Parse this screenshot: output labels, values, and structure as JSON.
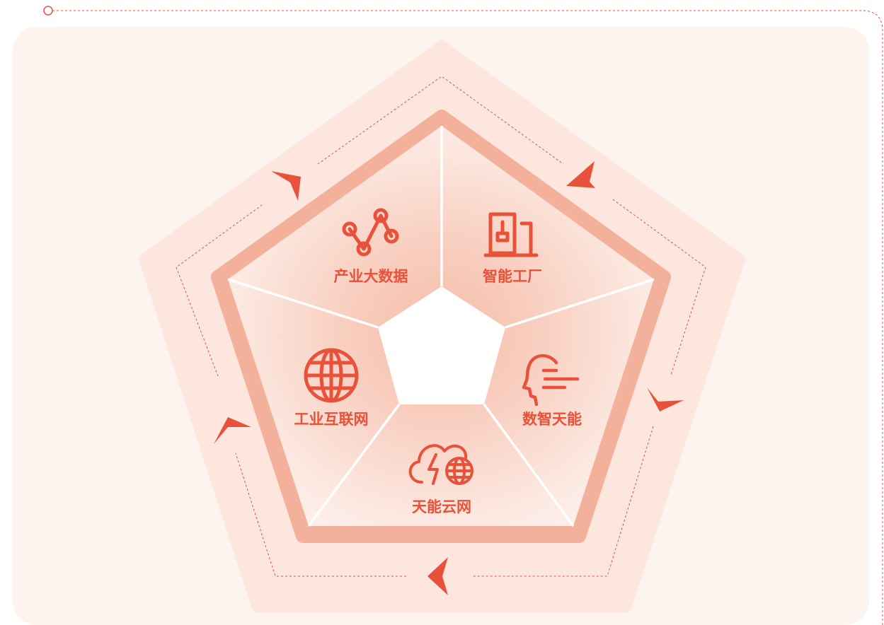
{
  "colors": {
    "accent": "#e8513a",
    "panel_bg": "#fdf4f0",
    "outer_pentagon": "#fde6dd",
    "ring": "#f3b19c",
    "segment_fill": "#fbe0d6",
    "center": "#ffffff"
  },
  "segments": [
    {
      "label": "产业大数据",
      "icon": "data-nodes-icon"
    },
    {
      "label": "智能工厂",
      "icon": "robot-arm-icon"
    },
    {
      "label": "数智天能",
      "icon": "ai-head-icon"
    },
    {
      "label": "天能云网",
      "icon": "cloud-network-icon"
    },
    {
      "label": "工业互联网",
      "icon": "globe-icon"
    }
  ]
}
